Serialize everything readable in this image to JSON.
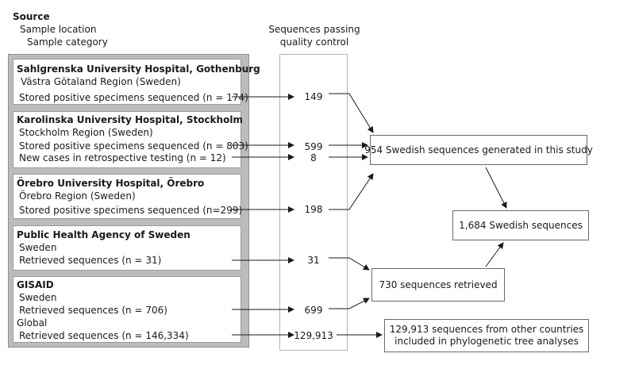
{
  "header": {
    "source": "Source",
    "sample_location": "Sample location",
    "sample_category": "Sample category",
    "column_title_line1": "Sequences passing",
    "column_title_line2": "quality control"
  },
  "sources": [
    {
      "name": "Sahlgrenska University Hospital, Gothenburg",
      "region": "Västra Götaland Region (Sweden)",
      "rows": [
        {
          "label": "Stored positive specimens sequenced (n = 174)",
          "passed": "149"
        }
      ]
    },
    {
      "name": "Karolinska University Hospital, Stockholm",
      "region": "Stockholm Region (Sweden)",
      "rows": [
        {
          "label": "Stored positive specimens sequenced (n = 803)",
          "passed": "599"
        },
        {
          "label": "New cases in retrospective testing (n = 12)",
          "passed": "8"
        }
      ]
    },
    {
      "name": "Örebro University Hospital, Örebro",
      "region": "Örebro Region (Sweden)",
      "rows": [
        {
          "label": "Stored positive specimens sequenced (n=299)",
          "passed": "198"
        }
      ]
    },
    {
      "name": "Public Health Agency of Sweden",
      "region": "Sweden",
      "rows": [
        {
          "label": "Retrieved sequences (n = 31)",
          "passed": "31"
        }
      ]
    },
    {
      "name": "GISAID",
      "region": "Sweden",
      "rows": [
        {
          "label": "Retrieved sequences (n = 706)",
          "passed": "699"
        }
      ],
      "region2": "Global",
      "rows2": [
        {
          "label": "Retrieved sequences (n = 146,334)",
          "passed": "129,913"
        }
      ]
    }
  ],
  "outcomes": {
    "generated": "954 Swedish sequences generated in this study",
    "total_swedish": "1,684 Swedish sequences",
    "retrieved": "730 sequences retrieved",
    "other_line1": "129,913 sequences from other countries",
    "other_line2": "included in phylogenetic tree analyses"
  },
  "colors": {
    "panel_background": "#bcbcbc",
    "box_border": "#6a6a6a",
    "arrow": "#1a1a1a"
  }
}
